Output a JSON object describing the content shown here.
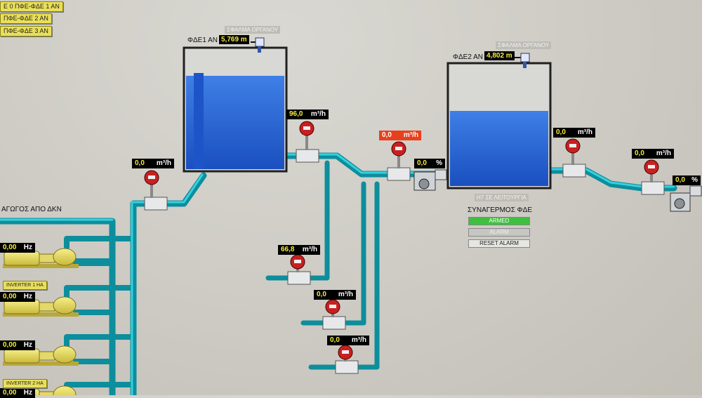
{
  "top_buttons": [
    "Ε 0 ΠΦΕ-ΦΔΕ 1 ΑΝ",
    "ΠΦΕ-ΦΔΕ 2 ΑΝ",
    "ΠΦΕ-ΦΔΕ 3 ΑΝ"
  ],
  "tank1": {
    "name": "ΦΔΕ1 ΑΝ",
    "level": "5,769 m",
    "instrument_label": "ΣΦΑΛΜΑ ΟΡΓΑΝΟΥ",
    "fill_fraction": 0.78
  },
  "tank2": {
    "name": "ΦΔΕ2 ΑΝ",
    "level": "4,802 m",
    "instrument_label": "ΣΦΑΛΜΑ ΟΡΓΑΝΟΥ",
    "fill_fraction": 0.62
  },
  "flow_meters": [
    {
      "id": "fm-inlet",
      "value": "0,0",
      "unit": "m³/h",
      "alarm": false
    },
    {
      "id": "fm-tank1-out",
      "value": "96,0",
      "unit": "m³/h",
      "alarm": false
    },
    {
      "id": "fm-tank2-in",
      "value": "0,0",
      "unit": "m³/h",
      "alarm": true
    },
    {
      "id": "fm-branch1",
      "value": "66,8",
      "unit": "m³/h",
      "alarm": false
    },
    {
      "id": "fm-branch2",
      "value": "0,0",
      "unit": "m³/h",
      "alarm": false
    },
    {
      "id": "fm-branch3",
      "value": "0,0",
      "unit": "m³/h",
      "alarm": false
    },
    {
      "id": "fm-tank2-out",
      "value": "0,0",
      "unit": "m³/h",
      "alarm": false
    },
    {
      "id": "fm-far-right",
      "value": "0,0",
      "unit": "m³/h",
      "alarm": false
    }
  ],
  "valves": [
    {
      "id": "valve-tank2-in",
      "value": "0,0",
      "unit": "%"
    },
    {
      "id": "valve-far-right",
      "value": "0,0",
      "unit": "%"
    }
  ],
  "valve_status": "Η7 ΣΕ ΛΕΙΤΟΥΡΓΙΑ",
  "alarm_panel": {
    "title": "ΣΥΝΑΓΕΡΜΟΣ ΦΔΕ",
    "armed": "ARMED",
    "alarm": "ALARM",
    "reset": "RESET ALARM",
    "armed_color": "#3fbf3f"
  },
  "inlet_label": "ΑΓΩΓΟΣ ΑΠΟ ΔΚΝ",
  "pumps": [
    {
      "frequency": "0,00",
      "unit": "Hz",
      "inverter_label": "INVERTER 1 ΗΑ"
    },
    {
      "frequency": "0,00",
      "unit": "Hz",
      "inverter_label": ""
    },
    {
      "frequency": "0,00",
      "unit": "Hz",
      "inverter_label": "INVERTER 2 ΗΑ"
    },
    {
      "frequency": "0,00",
      "unit": "Hz",
      "inverter_label": ""
    }
  ],
  "colors": {
    "pipe": "#1fb5c5",
    "pipe_dark": "#0d8e9c",
    "water": "#2a66d6",
    "water_light": "#3f7fe6",
    "meter_red": "#c82020"
  }
}
